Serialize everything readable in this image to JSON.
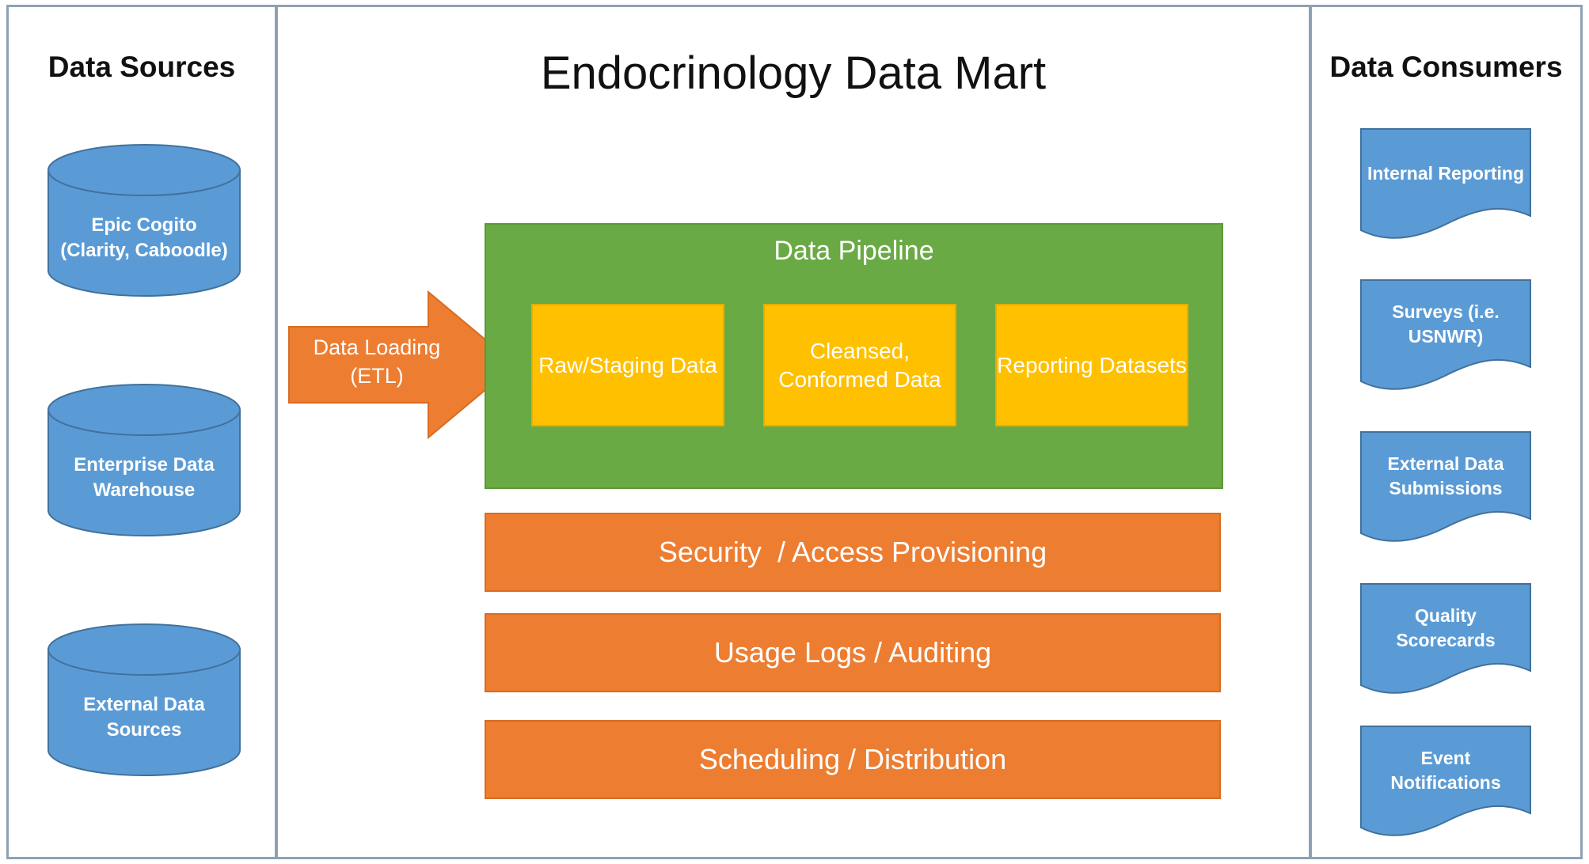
{
  "title": "Endocrinology Data Mart",
  "sources": {
    "heading": "Data Sources",
    "items": [
      {
        "label": "Epic Cogito (Clarity, Caboodle)"
      },
      {
        "label": "Enterprise Data Warehouse"
      },
      {
        "label": "External Data Sources"
      }
    ]
  },
  "etl": {
    "label": "Data Loading (ETL)"
  },
  "pipeline": {
    "title": "Data Pipeline",
    "stages": [
      {
        "label": "Raw/Staging Data"
      },
      {
        "label": "Cleansed, Conformed Data"
      },
      {
        "label": "Reporting Datasets"
      }
    ]
  },
  "services": [
    {
      "label": "Security  / Access Provisioning"
    },
    {
      "label": "Usage Logs / Auditing"
    },
    {
      "label": "Scheduling / Distribution"
    }
  ],
  "consumers": {
    "heading": "Data Consumers",
    "items": [
      {
        "label": "Internal Reporting"
      },
      {
        "label": "Surveys (i.e. USNWR)"
      },
      {
        "label": "External Data Submissions"
      },
      {
        "label": "Quality Scorecards"
      },
      {
        "label": "Event Notifications"
      }
    ]
  },
  "colors": {
    "blue": "#5b9bd5",
    "green": "#6aaa45",
    "yellow": "#ffc000",
    "orange": "#ed7d31",
    "border": "#8ea1b3"
  }
}
